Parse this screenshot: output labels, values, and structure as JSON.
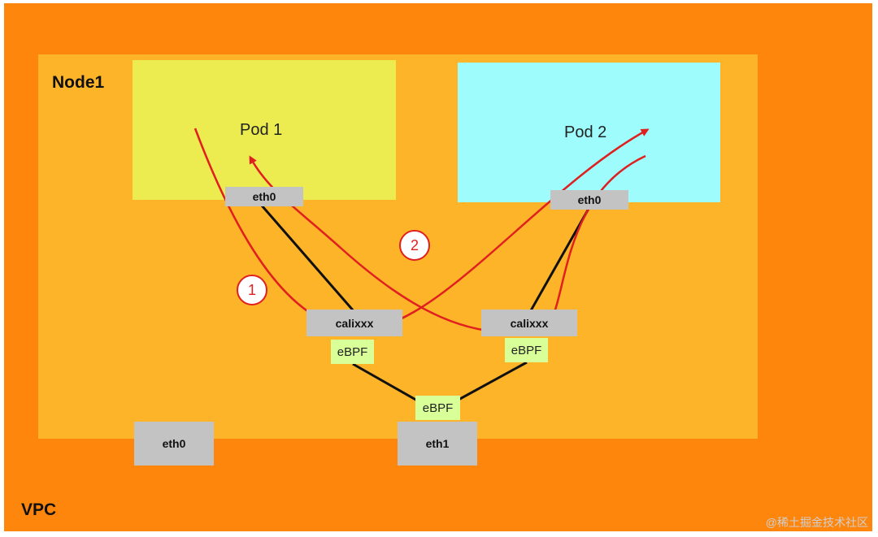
{
  "vpc": {
    "label": "VPC"
  },
  "node": {
    "label": "Node1"
  },
  "pod1": {
    "label": "Pod 1",
    "iface": "eth0"
  },
  "pod2": {
    "label": "Pod 2",
    "iface": "eth0"
  },
  "veth_left": {
    "label": "calixxx",
    "ebpf": "eBPF"
  },
  "veth_right": {
    "label": "calixxx",
    "ebpf": "eBPF"
  },
  "node_ifaces": {
    "eth0": "eth0",
    "eth1": "eth1",
    "eth1_ebpf": "eBPF"
  },
  "steps": [
    "1",
    "2"
  ],
  "watermark": "@稀土掘金技术社区",
  "colors": {
    "vpc": "#ff860d",
    "node": "#fdb428",
    "pod1": "#ecec50",
    "pod2": "#9efcfc",
    "iface": "#c3c3c3",
    "ebpf": "#d9ff99",
    "arrow": "#e02020"
  }
}
